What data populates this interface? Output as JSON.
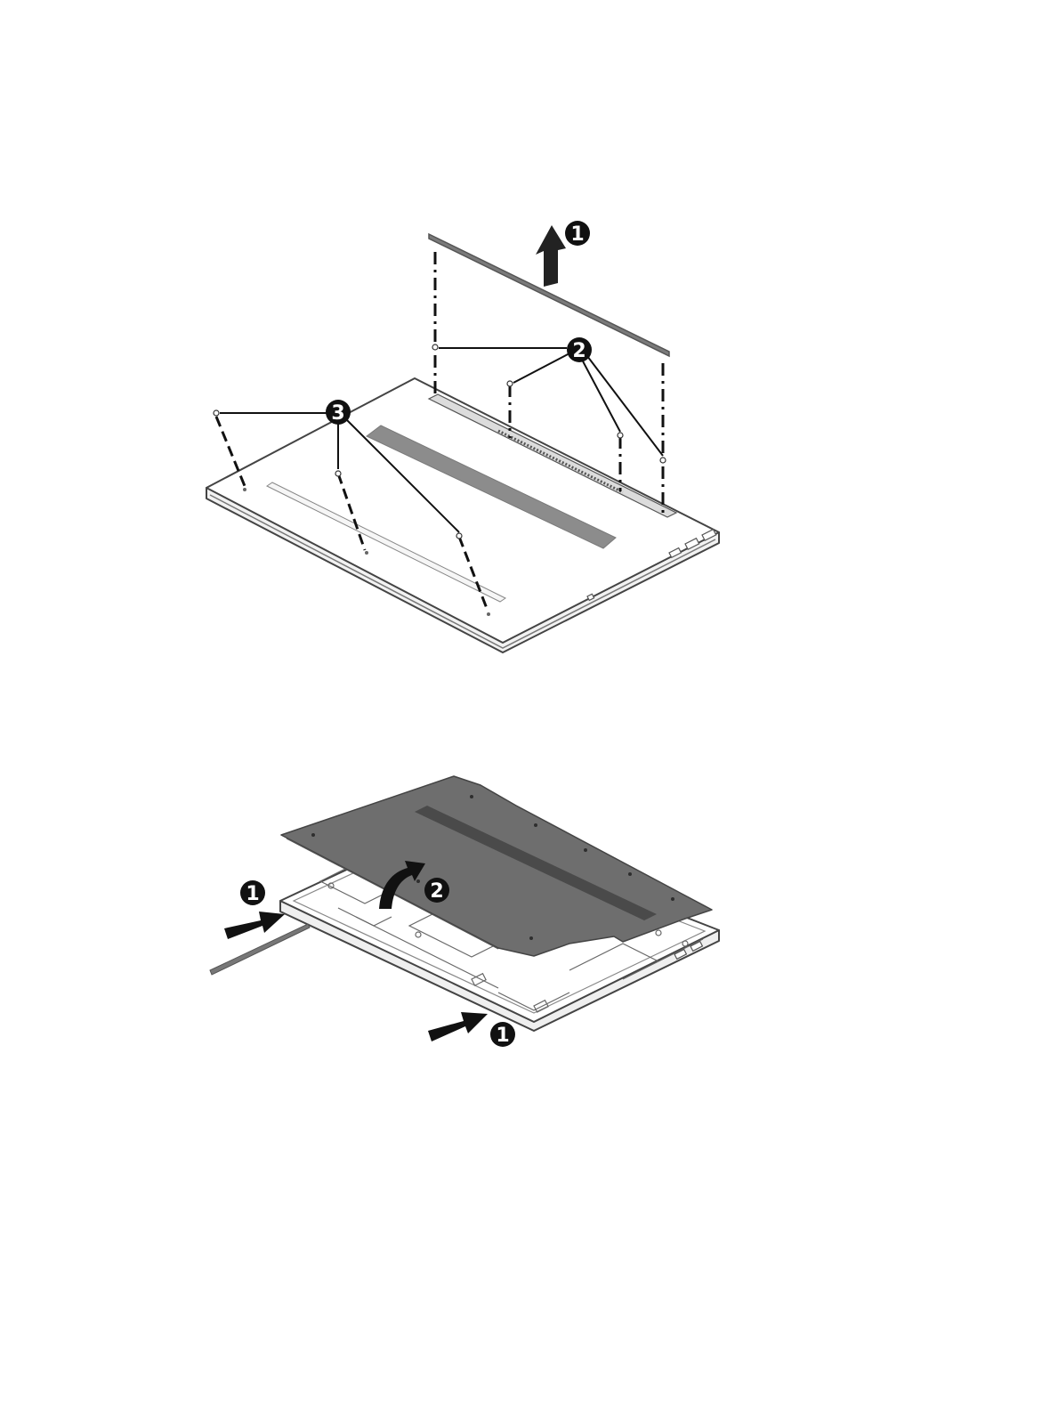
{
  "colors": {
    "outline": "#3a3a3a",
    "chassis_fill": "#ffffff",
    "cover_fill": "#6e6e6e",
    "vent_fill": "#8c8c8c",
    "callout_fill": "#111111",
    "callout_text": "#ffffff"
  },
  "figure1": {
    "callouts": [
      "1",
      "2",
      "3"
    ]
  },
  "figure2": {
    "callouts": [
      "1",
      "2",
      "1"
    ]
  }
}
